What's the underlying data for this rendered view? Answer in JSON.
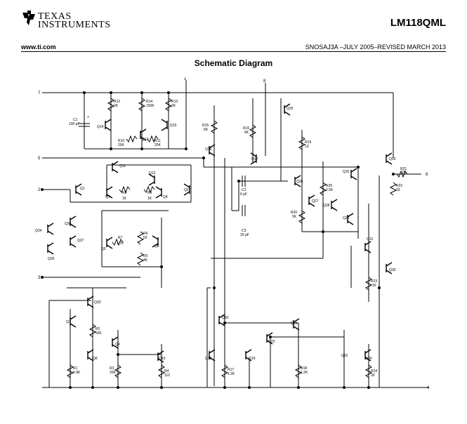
{
  "header": {
    "logo_line1": "TEXAS",
    "logo_line2": "INSTRUMENTS",
    "part_number": "LM118QML",
    "website": "www.ti.com",
    "doc_id": "SNOSAJ3A –JULY 2005–REVISED MARCH 2013"
  },
  "section_title": "Schematic Diagram",
  "pins": {
    "p7": "7",
    "p1": "1",
    "p8": "8",
    "p5": "5",
    "p2": "2",
    "p3": "3",
    "p6": "6",
    "p4": "4"
  },
  "components": {
    "c1": "C1",
    "c1_val": "100 pF",
    "plus": "+",
    "r12a": "R12",
    "r12a_val": "2K",
    "r14": "R14",
    "r14_val": "150K",
    "r13": "R13",
    "r13_val": "2K",
    "q14": "Q14",
    "q15": "Q15",
    "q13": "Q13",
    "r10": "R10",
    "r10_val": "20K",
    "r11": "R11",
    "r11_val": "20K",
    "r15": "R15",
    "r15_val": "6K",
    "q16": "Q16",
    "r16": "R16",
    "r16_val": "6K",
    "q17": "Q17",
    "q25": "Q25",
    "r19": "R19",
    "r19_val": "13",
    "q29": "Q29",
    "q11": "Q11",
    "q12": "Q12",
    "q1": "Q1",
    "q3": "Q3",
    "q4": "Q4",
    "q2": "Q2",
    "r8": "R8",
    "r8_val": "1K",
    "r9": "R9",
    "r9_val": "1K",
    "c2": "C2",
    "c2_val": "6 pF",
    "q26": "Q26",
    "r25": "R25",
    "r25_val": "2.5K",
    "q32": "Q32",
    "r21": "R21",
    "r21_val": "25",
    "r22": "R22",
    "r22_val": "33",
    "q27": "Q27",
    "q28": "Q28",
    "r20": "R20",
    "r20_val": "5K",
    "q22": "Q22",
    "q34": "Q34",
    "q36": "Q36",
    "q37": "Q37",
    "q35": "Q35",
    "q5": "Q5",
    "q6": "Q6",
    "r7": "R7",
    "r7_val": "1.7K",
    "r6": "R6",
    "r6_val": "50",
    "r5": "R5",
    "r5_val": "4K",
    "c3": "C3",
    "c3_val": "20 pF",
    "q31": "Q31",
    "q30": "Q30",
    "r23": "R23",
    "r23_val": "30",
    "q33": "Q33",
    "q7": "Q7",
    "r2": "R2",
    "r2_val": "500",
    "q9": "Q9",
    "q8": "Q8",
    "r1": "R1",
    "r1_val": "6.9K",
    "r3": "R3",
    "r3_val": "20K",
    "q10": "Q10",
    "r4": "R4",
    "r4_val": "110",
    "q20": "Q20",
    "q21": "Q21",
    "q23": "Q23",
    "q18": "Q18",
    "q19": "Q19",
    "r17": "R17",
    "r17_val": "1.2K",
    "r18": "R18",
    "r18_val": "1.2K",
    "q24": "Q24",
    "r24": "R24",
    "r24_val": "30"
  }
}
